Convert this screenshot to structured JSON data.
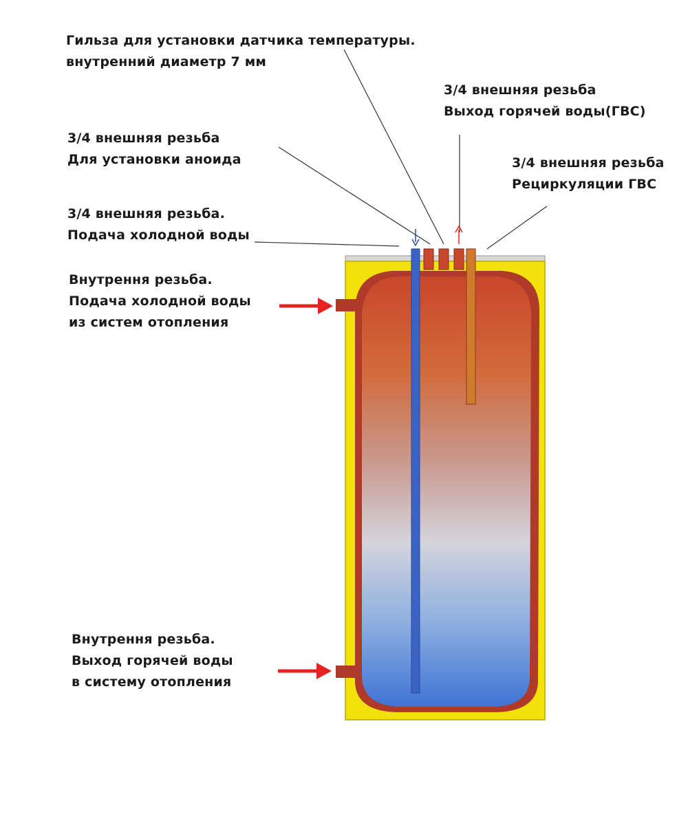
{
  "labels": {
    "sensor_sleeve": {
      "line1": "Гильза для установки датчика температуры.",
      "line2": "внутренний диаметр 7 мм"
    },
    "hot_water_outlet": {
      "line1": "3/4 внешняя резьба",
      "line2": "Выход горячей воды(ГВС)"
    },
    "anode": {
      "line1": "3/4 внешняя резьба",
      "line2": "Для установки аноида"
    },
    "recirculation": {
      "line1": "3/4 внешняя резьба",
      "line2": "Рециркуляции ГВС"
    },
    "cold_water_inlet": {
      "line1": "3/4 внешняя резьба.",
      "line2": "Подача холодной воды"
    },
    "heating_inlet": {
      "line1": "Внутрення резьба.",
      "line2": "Подача холодной воды",
      "line3": "из систем отопления"
    },
    "heating_outlet": {
      "line1": "Внутрення резьба.",
      "line2": "Выход горячей воды",
      "line3": "в систему отопления"
    }
  },
  "colors": {
    "insulation": "#f2e10a",
    "hot_water": "#c94a2a",
    "cold_water": "#3c6fcf",
    "jacket": "#b03a2a",
    "cold_pipe": "#3b63c4",
    "hot_pipe": "#d07a2e",
    "arrow": "#e52420",
    "leader_line": "#333333"
  }
}
